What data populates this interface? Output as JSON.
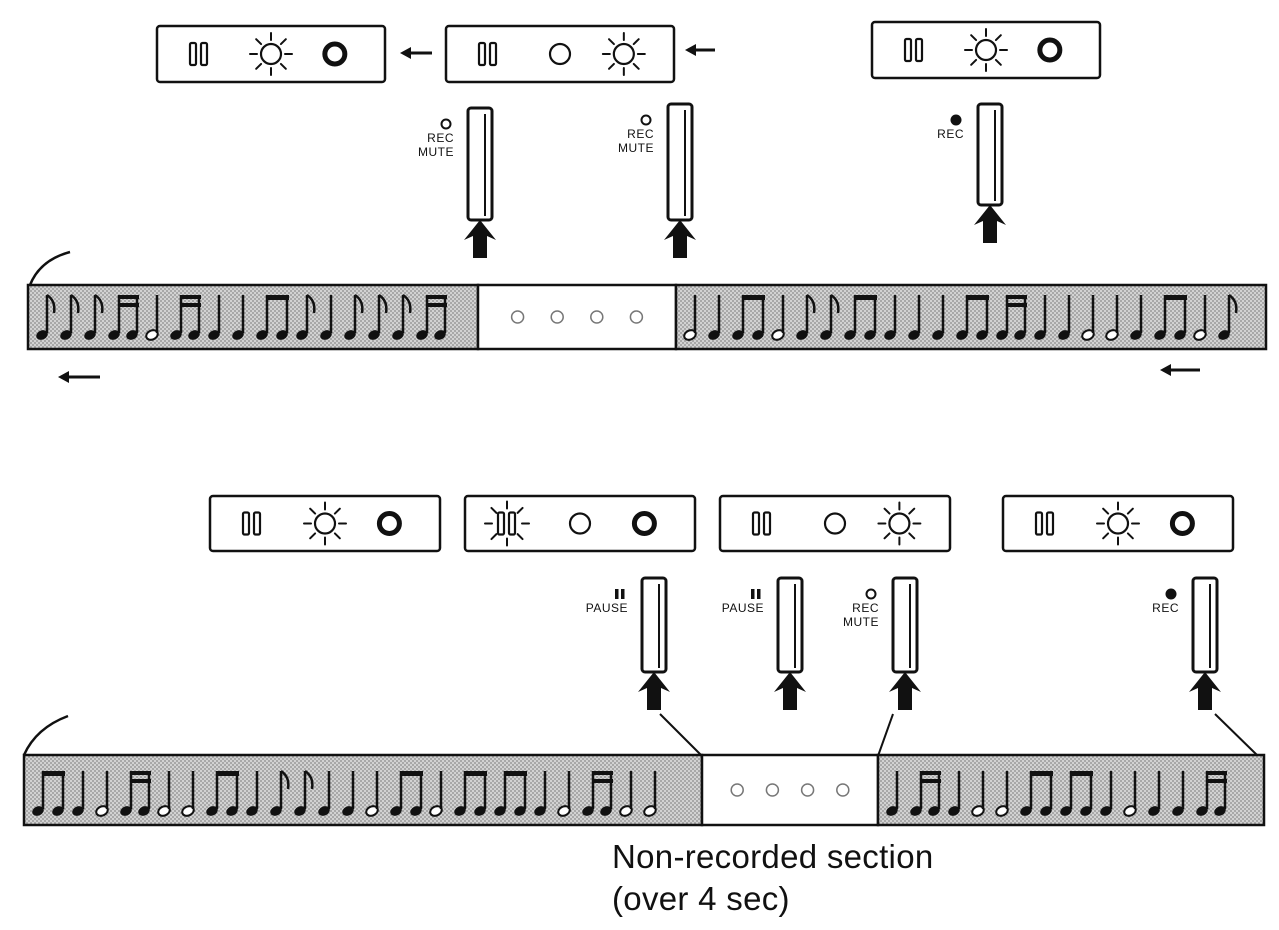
{
  "colors": {
    "ink": "#111111",
    "tape_fill": "#c9c9c9",
    "paper": "#ffffff"
  },
  "top_diagram": {
    "indicators": [
      {
        "state": "pause-off, rec-lit, mute-steady",
        "lit": "rec"
      },
      {
        "state": "pause-off, rec-off, mute-lit",
        "lit": "mute"
      },
      {
        "state": "pause-off, rec-lit, mute-steady",
        "lit": "rec"
      }
    ],
    "buttons": [
      {
        "symbol": "open-circle",
        "label_lines": [
          "REC",
          "MUTE"
        ]
      },
      {
        "symbol": "open-circle",
        "label_lines": [
          "REC",
          "MUTE"
        ]
      },
      {
        "symbol": "filled-dot",
        "label_lines": [
          "REC"
        ]
      }
    ],
    "blank_dots": 4
  },
  "bottom_diagram": {
    "indicators": [
      {
        "state": "pause-off, rec-lit, mute-steady",
        "lit": "rec"
      },
      {
        "state": "pause-blinking, rec-off, mute-steady",
        "lit": "pause"
      },
      {
        "state": "pause-off, rec-off, mute-lit",
        "lit": "mute"
      },
      {
        "state": "pause-off, rec-lit, mute-steady",
        "lit": "rec"
      }
    ],
    "buttons": [
      {
        "symbol": "pause-bars",
        "label_lines": [
          "PAUSE"
        ]
      },
      {
        "symbol": "pause-bars",
        "label_lines": [
          "PAUSE"
        ]
      },
      {
        "symbol": "open-circle",
        "label_lines": [
          "REC",
          "MUTE"
        ]
      },
      {
        "symbol": "filled-dot",
        "label_lines": [
          "REC"
        ]
      }
    ],
    "blank_dots": 4,
    "caption_lines": [
      "Non-recorded section",
      "(over 4 sec)"
    ]
  }
}
